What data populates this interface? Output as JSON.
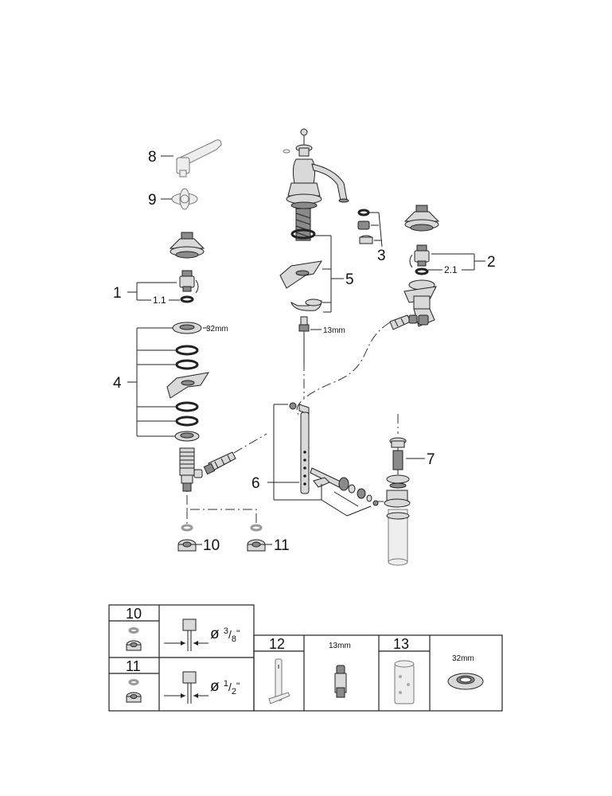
{
  "callouts": {
    "c8": "8",
    "c9": "9",
    "c1": "1",
    "c1_1": "1.1",
    "c4": "4",
    "c5": "5",
    "c3": "3",
    "c2": "2",
    "c2_1": "2.1",
    "c6": "6",
    "c7": "7",
    "c10": "10",
    "c11": "11"
  },
  "dimensions": {
    "nut_32mm": "32mm",
    "nut_13mm": "13mm"
  },
  "table": {
    "r10_num": "10",
    "r10_dia": "ø ",
    "r10_frac_num": "3",
    "r10_frac_den": "8",
    "r10_unit": "\"",
    "r11_num": "11",
    "r11_dia": "ø ",
    "r11_frac_num": "1",
    "r11_frac_den": "2",
    "r11_unit": "\"",
    "t12_num": "12",
    "t12_dim": "13mm",
    "t13_num": "13",
    "t13_dim": "32mm"
  }
}
